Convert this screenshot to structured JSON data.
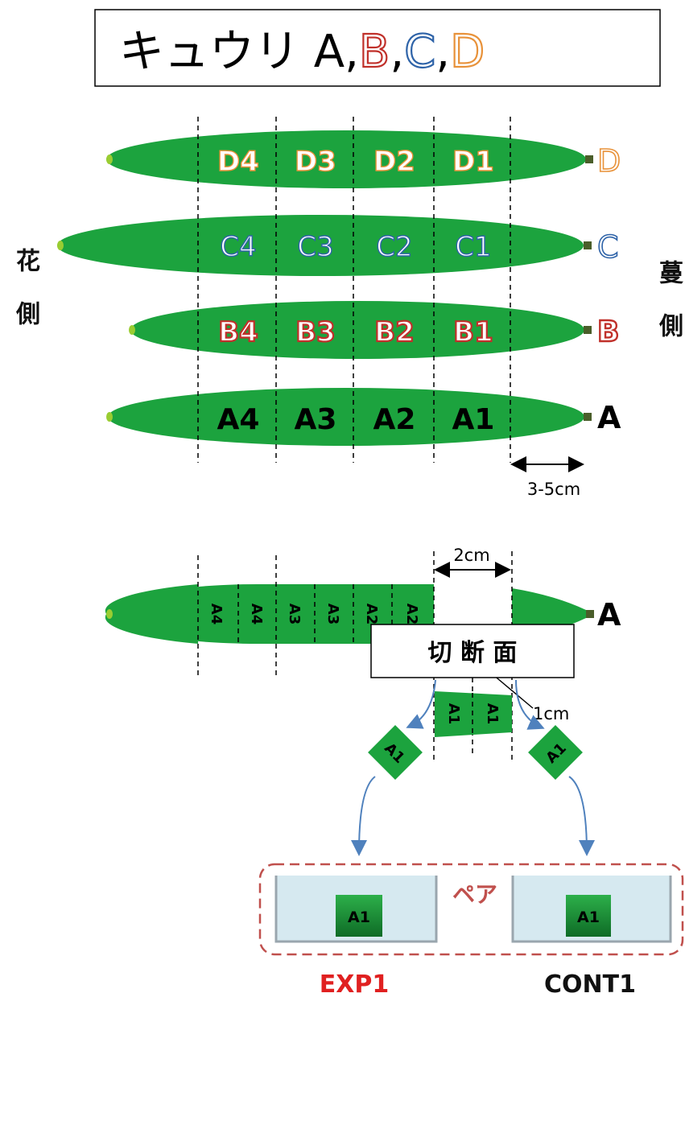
{
  "title": {
    "prefix": "キュウリ A,",
    "b": "B",
    "c": "C",
    "d": "D",
    "comma": ","
  },
  "side_labels": {
    "left": "花側",
    "right": "蔓側"
  },
  "cucumbers": [
    {
      "id": "D",
      "label_color": "#E8923A",
      "segments": [
        "D4",
        "D3",
        "D2",
        "D1"
      ]
    },
    {
      "id": "C",
      "label_color": "#2E63A8",
      "segments": [
        "C4",
        "C3",
        "C2",
        "C1"
      ]
    },
    {
      "id": "B",
      "label_color": "#C0302A",
      "segments": [
        "B4",
        "B3",
        "B2",
        "B1"
      ]
    },
    {
      "id": "A",
      "label_color": "#000000",
      "segments": [
        "A4",
        "A3",
        "A2",
        "A1"
      ]
    }
  ],
  "dim_trim": "3-5cm",
  "cut_diagram": {
    "cucumber_id": "A",
    "slices": [
      "A4",
      "A4",
      "A3",
      "A3",
      "A2",
      "A2"
    ],
    "gap_label": "2cm",
    "piece_label": "1cm",
    "pieces": [
      "A1",
      "A1"
    ]
  },
  "cut_surface_box": "切 断 面",
  "floating_pieces": [
    "A1",
    "A1"
  ],
  "pair_label": "ペア",
  "containers": [
    {
      "piece": "A1",
      "caption": "EXP1",
      "caption_color": "#E02020"
    },
    {
      "piece": "A1",
      "caption": "CONT1",
      "caption_color": "#111111"
    }
  ],
  "colors": {
    "cucumber": "#1CA33E",
    "stem": "#4A5E2A",
    "dashed_box": "#C0504D",
    "arrow": "#4F81BD",
    "container": "#D6E9F0"
  }
}
